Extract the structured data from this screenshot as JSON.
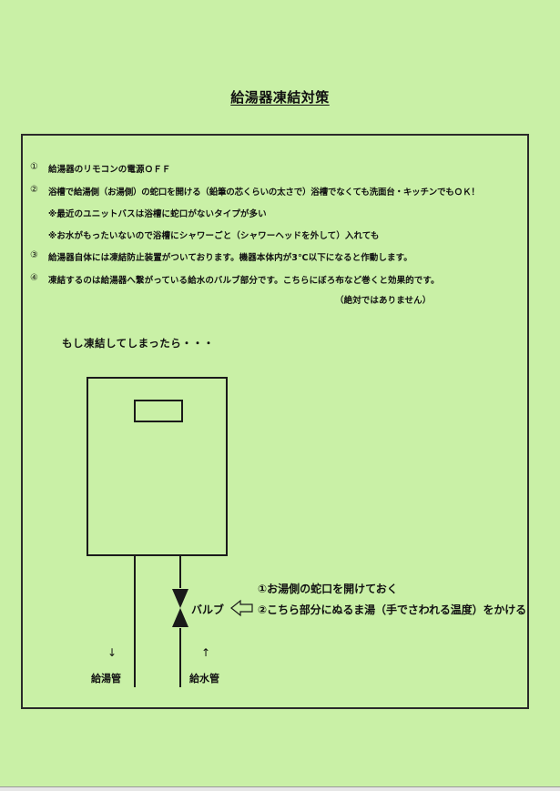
{
  "title": "給湯器凍結対策",
  "items": [
    {
      "num": "①",
      "text": "給湯器のリモコンの電源ＯＦＦ"
    },
    {
      "num": "②",
      "text": "浴槽で給湯側（お湯側）の蛇口を開ける（鉛筆の芯くらいの太さで）浴槽でなくても洗面台・キッチンでもＯＫ！"
    },
    {
      "num": "",
      "text": "※最近のユニットバスは浴槽に蛇口がないタイプが多い"
    },
    {
      "num": "",
      "text": "※お水がもったいないので浴槽にシャワーごと（シャワーヘッドを外して）入れても"
    },
    {
      "num": "③",
      "text": "給湯器自体には凍結防止装置がついております。機器本体内が3℃以下になると作動します。"
    },
    {
      "num": "④",
      "text": "凍結するのは給湯器へ繋がっている給水のバルブ部分です。こちらにぼろ布など巻くと効果的です。"
    }
  ],
  "disclaimer": "（絶対ではありません）",
  "if_frozen": "もし凍結してしまったら・・・",
  "step1": "①お湯側の蛇口を開けておく",
  "step2": "②こちら部分にぬるま湯（手でさわれる温度）をかける",
  "valve_label": "バルブ",
  "hot_pipe": {
    "arrow": "↓",
    "label": "給湯管"
  },
  "cold_pipe": {
    "arrow": "↑",
    "label": "給水管"
  }
}
